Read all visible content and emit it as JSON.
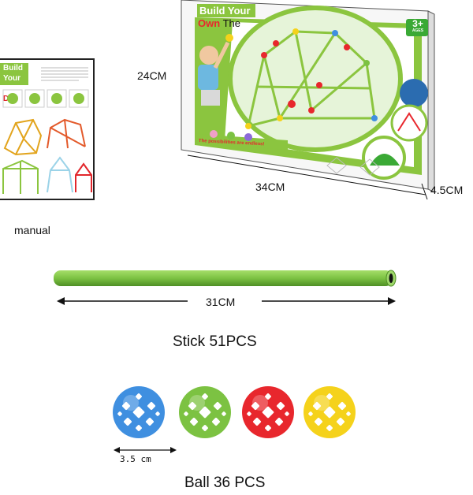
{
  "product_box": {
    "title_line1": "Build Your",
    "title_line2_a": "Own",
    "title_line2_b": "The",
    "age_badge": "3+",
    "age_badge_sub": "AGES",
    "slogan": "The possibilities are endless!",
    "height_label": "24CM",
    "width_label": "34CM",
    "depth_label": "4.5CM"
  },
  "manual": {
    "title_line1": "Build Your",
    "title_line2_a": "Own",
    "title_line2_b": "Den",
    "caption": "manual"
  },
  "stick": {
    "length_label": "31CM",
    "caption": "Stick 51PCS",
    "color": "#7cc242"
  },
  "balls": {
    "items": [
      {
        "color": "#3f8fe0"
      },
      {
        "color": "#7cc242"
      },
      {
        "color": "#e8272d"
      },
      {
        "color": "#f5d21b"
      }
    ],
    "size_label": "3.5 cm",
    "caption": "Ball 36 PCS"
  }
}
